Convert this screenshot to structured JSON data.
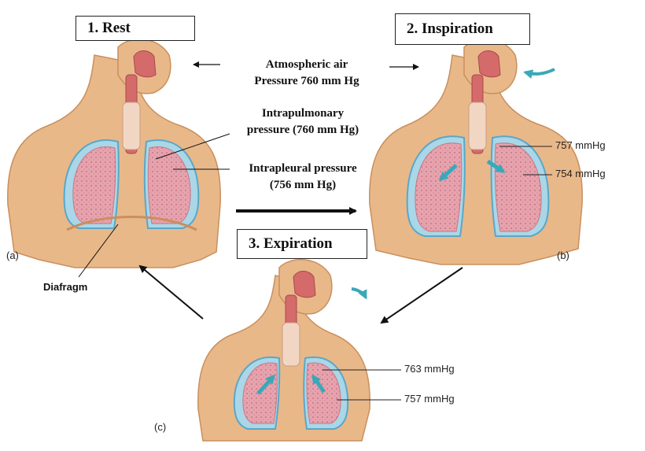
{
  "stages": {
    "rest": "1.  Rest",
    "inspiration": "2. Inspiration",
    "expiration": "3. Expiration"
  },
  "center_labels": {
    "atmospheric_line1": "Atmospheric air",
    "atmospheric_line2": "Pressure 760 mm Hg",
    "intrapulmonary_line1": "Intrapulmonary",
    "intrapulmonary_line2": "pressure (760 mm Hg)",
    "intrapleural_line1": "Intrapleural pressure",
    "intrapleural_line2": "(756 mm Hg)"
  },
  "panel_tags": {
    "a": "(a)",
    "b": "(b)",
    "c": "(c)"
  },
  "diafragm_label": "Diafragm",
  "inspiration_values": {
    "intrapulmonary": "757 mmHg",
    "intrapleural": "754 mmHg"
  },
  "expiration_values": {
    "intrapulmonary": "763 mmHg",
    "intrapleural": "757 mmHg"
  },
  "colors": {
    "skin": "#e9b889",
    "skin_shadow": "#c98f5d",
    "lung": "#e6a3ae",
    "lung_texture": "#c97684",
    "pleura": "#a9d7e8",
    "pleura_edge": "#5aa7c8",
    "airway": "#d46a6a",
    "arrow_teal": "#3aa8b8",
    "arrow_black": "#111111"
  }
}
